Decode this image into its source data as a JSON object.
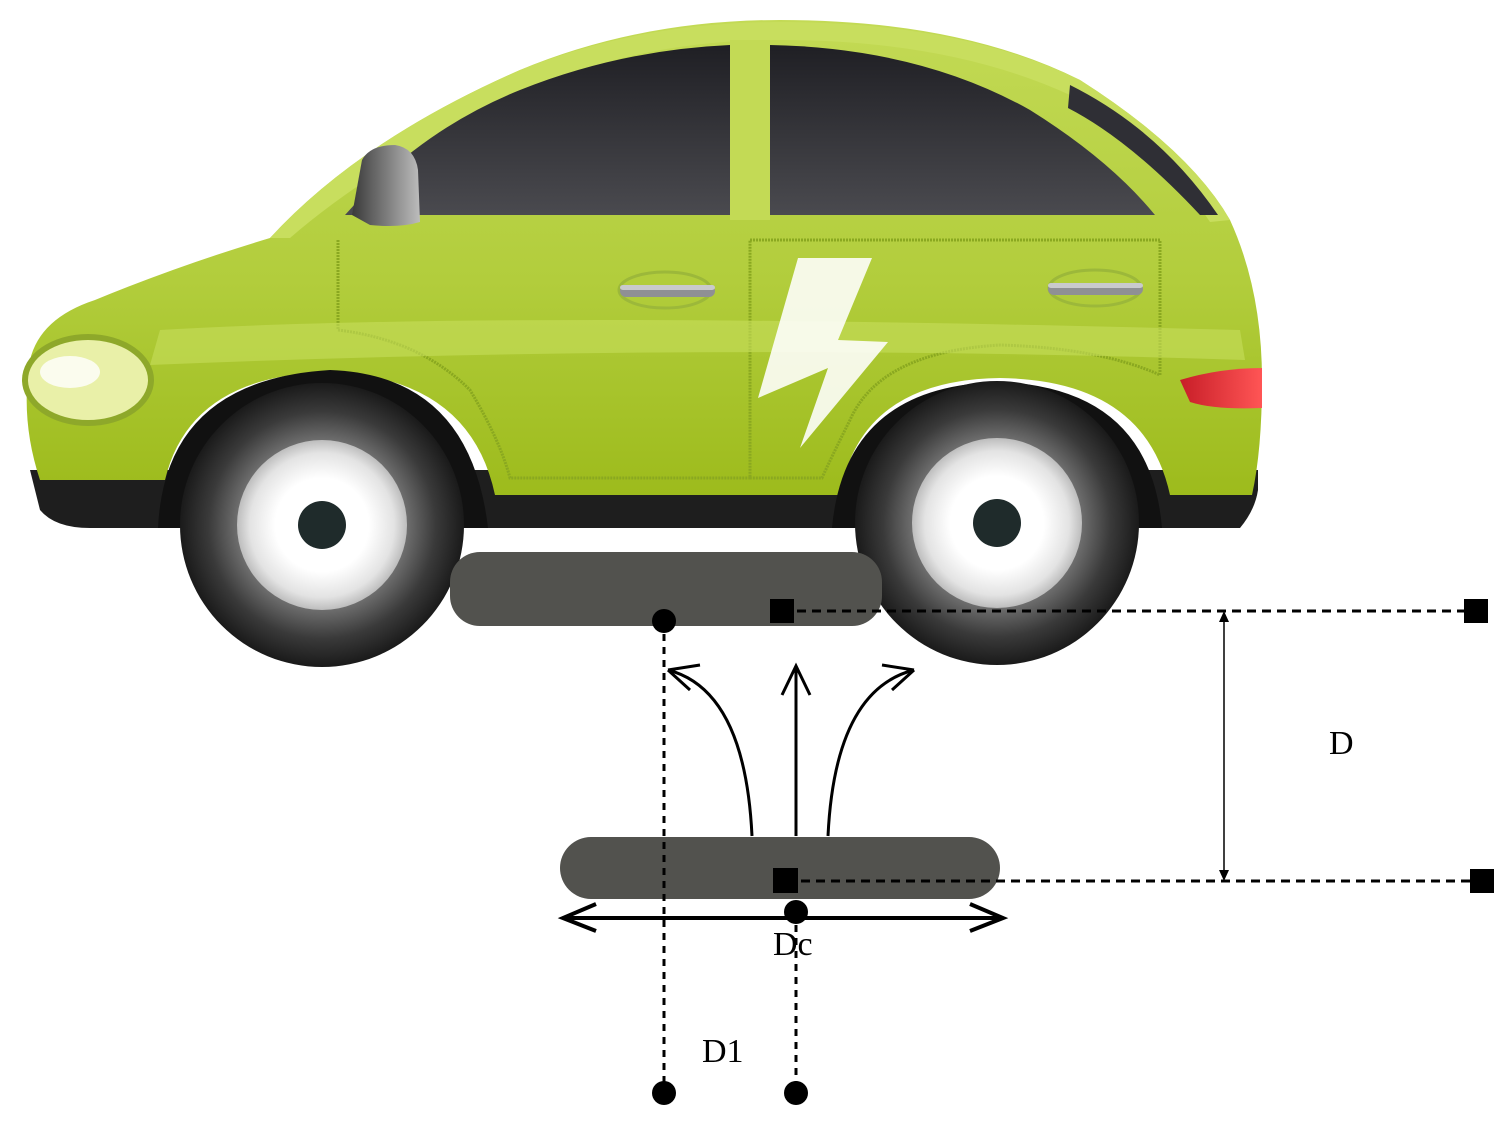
{
  "labels": {
    "distance": "D",
    "misalignment": "Dc",
    "lateral_offset": "D1"
  },
  "colors": {
    "car_body": "#b5d043",
    "car_body_shadow": "#93b20d",
    "window": "#2f2f35",
    "tire": "#2b2b2b",
    "rim": "#f2f2f2",
    "hub": "#1f2b2b",
    "coil_pad": "#52524e",
    "tail_light": "#e8303a",
    "head_light": "#e9f0a8",
    "bolt": "#ffffff"
  },
  "icons": {
    "car": "electric-car",
    "bolt": "lightning-bolt-icon"
  }
}
